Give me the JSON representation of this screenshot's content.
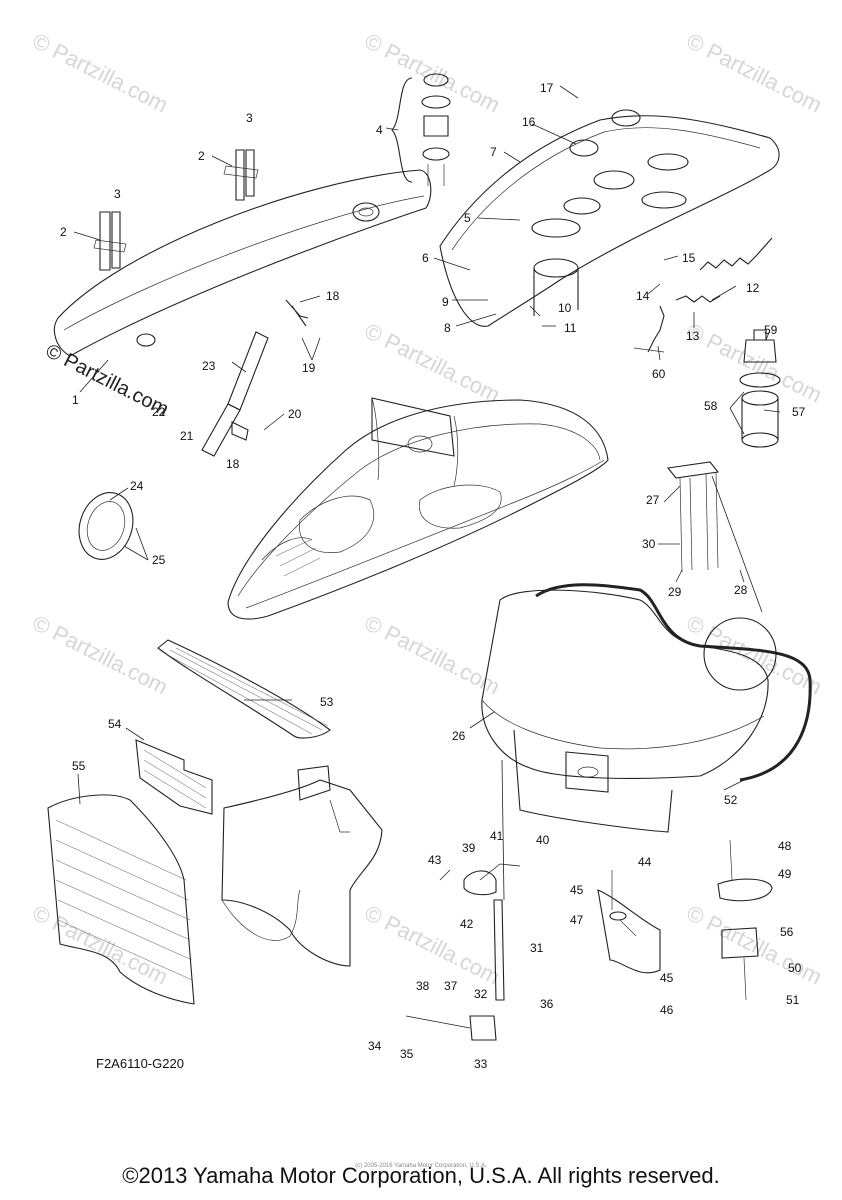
{
  "watermark": "© Partzilla.com",
  "logo_text": "© Partzilla.com",
  "diagram_code": "F2A6110-G220",
  "small_copyright": "(c) 2005-2016 Yamaha Motor Corporation, U.S.A.",
  "copyright": "©2013 Yamaha Motor Corporation, U.S.A. All rights reserved.",
  "callouts": [
    "1",
    "2",
    "2",
    "3",
    "3",
    "4",
    "5",
    "6",
    "7",
    "8",
    "9",
    "10",
    "11",
    "12",
    "13",
    "14",
    "15",
    "16",
    "17",
    "18",
    "18",
    "19",
    "20",
    "21",
    "22",
    "23",
    "24",
    "25",
    "26",
    "27",
    "28",
    "29",
    "30",
    "31",
    "32",
    "33",
    "34",
    "35",
    "36",
    "37",
    "38",
    "39",
    "40",
    "41",
    "42",
    "43",
    "44",
    "45",
    "45",
    "46",
    "47",
    "48",
    "49",
    "50",
    "51",
    "52",
    "53",
    "54",
    "55",
    "56",
    "57",
    "58",
    "59",
    "60"
  ]
}
